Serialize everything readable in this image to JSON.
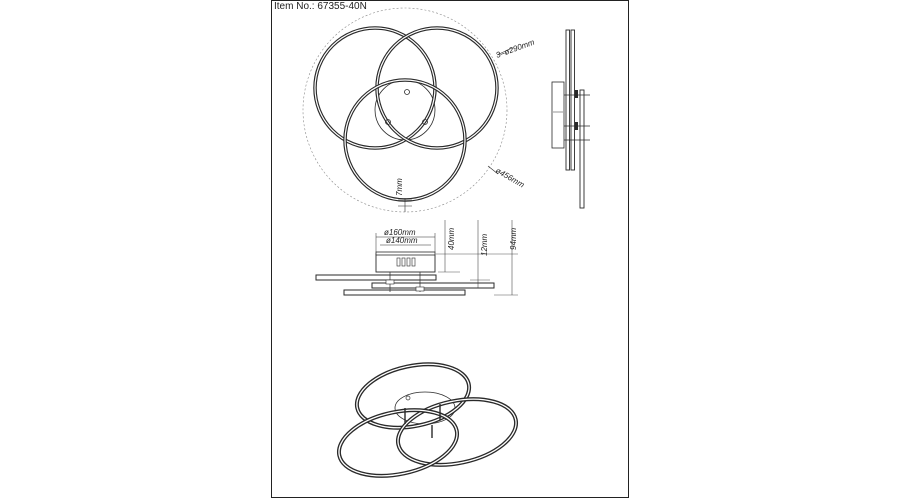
{
  "header": {
    "item_label": "Item No.: 67355-40N"
  },
  "dimensions": {
    "ring_diameter": "3–ø290mm",
    "overall_diameter": "ø456mm",
    "ring_offset": "7mm",
    "canopy_outer": "ø160mm",
    "canopy_inner": "ø140mm",
    "canopy_height": "40mm",
    "ring_gap": "12mm",
    "total_height": "94mm"
  },
  "colors": {
    "line": "#2a2a2a",
    "dashed": "#888888",
    "ring_outer": "#2a2a2a",
    "ring_inner": "#ffffff"
  }
}
